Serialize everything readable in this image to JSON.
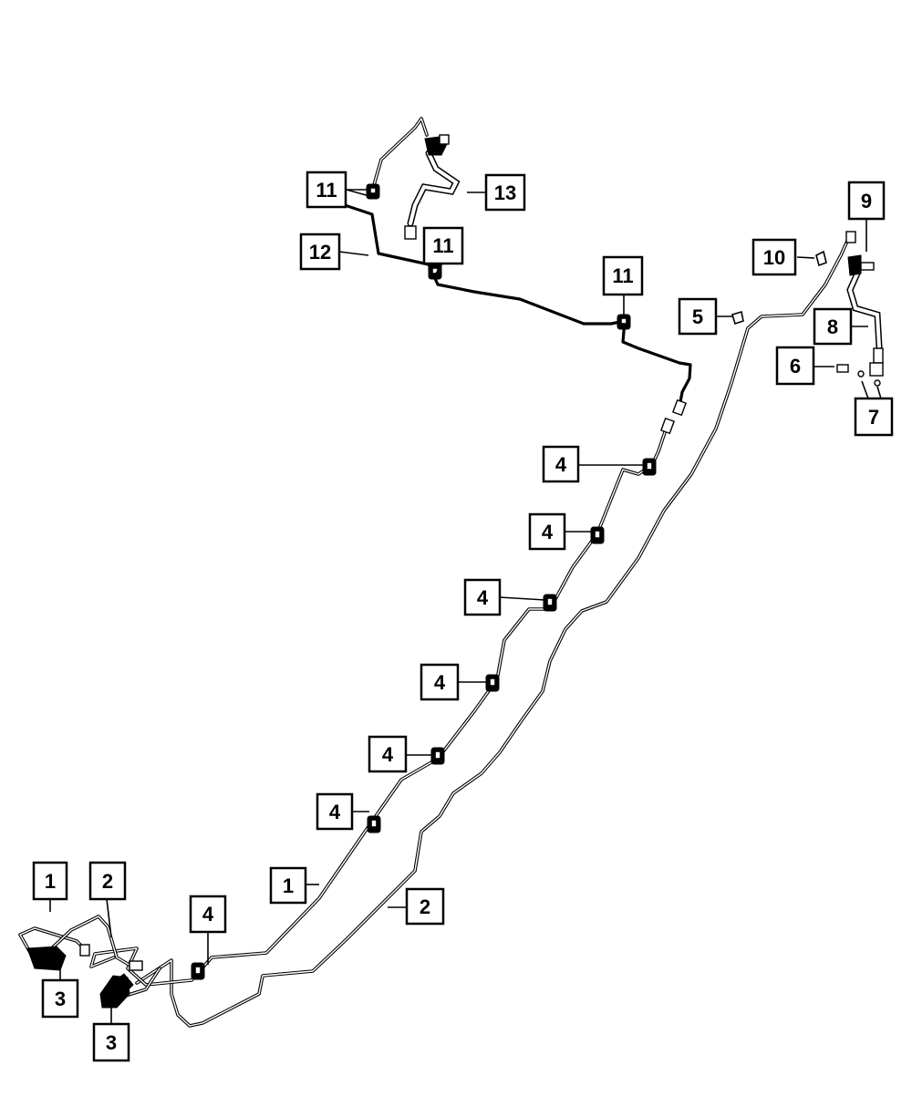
{
  "callouts": [
    {
      "id": "c1a",
      "label": "1"
    },
    {
      "id": "c2a",
      "label": "2"
    },
    {
      "id": "c3a",
      "label": "3"
    },
    {
      "id": "c3b",
      "label": "3"
    },
    {
      "id": "c4a",
      "label": "4"
    },
    {
      "id": "c1b",
      "label": "1"
    },
    {
      "id": "c2b",
      "label": "2"
    },
    {
      "id": "c4b",
      "label": "4"
    },
    {
      "id": "c4c",
      "label": "4"
    },
    {
      "id": "c4d",
      "label": "4"
    },
    {
      "id": "c4e",
      "label": "4"
    },
    {
      "id": "c4f",
      "label": "4"
    },
    {
      "id": "c4g",
      "label": "4"
    },
    {
      "id": "c4h",
      "label": "4"
    },
    {
      "id": "c11a",
      "label": "11"
    },
    {
      "id": "c12",
      "label": "12"
    },
    {
      "id": "c11b",
      "label": "11"
    },
    {
      "id": "c11c",
      "label": "11"
    },
    {
      "id": "c13",
      "label": "13"
    },
    {
      "id": "c5",
      "label": "5"
    },
    {
      "id": "c10",
      "label": "10"
    },
    {
      "id": "c9",
      "label": "9"
    },
    {
      "id": "c8",
      "label": "8"
    },
    {
      "id": "c6",
      "label": "6"
    },
    {
      "id": "c7",
      "label": "7"
    }
  ]
}
